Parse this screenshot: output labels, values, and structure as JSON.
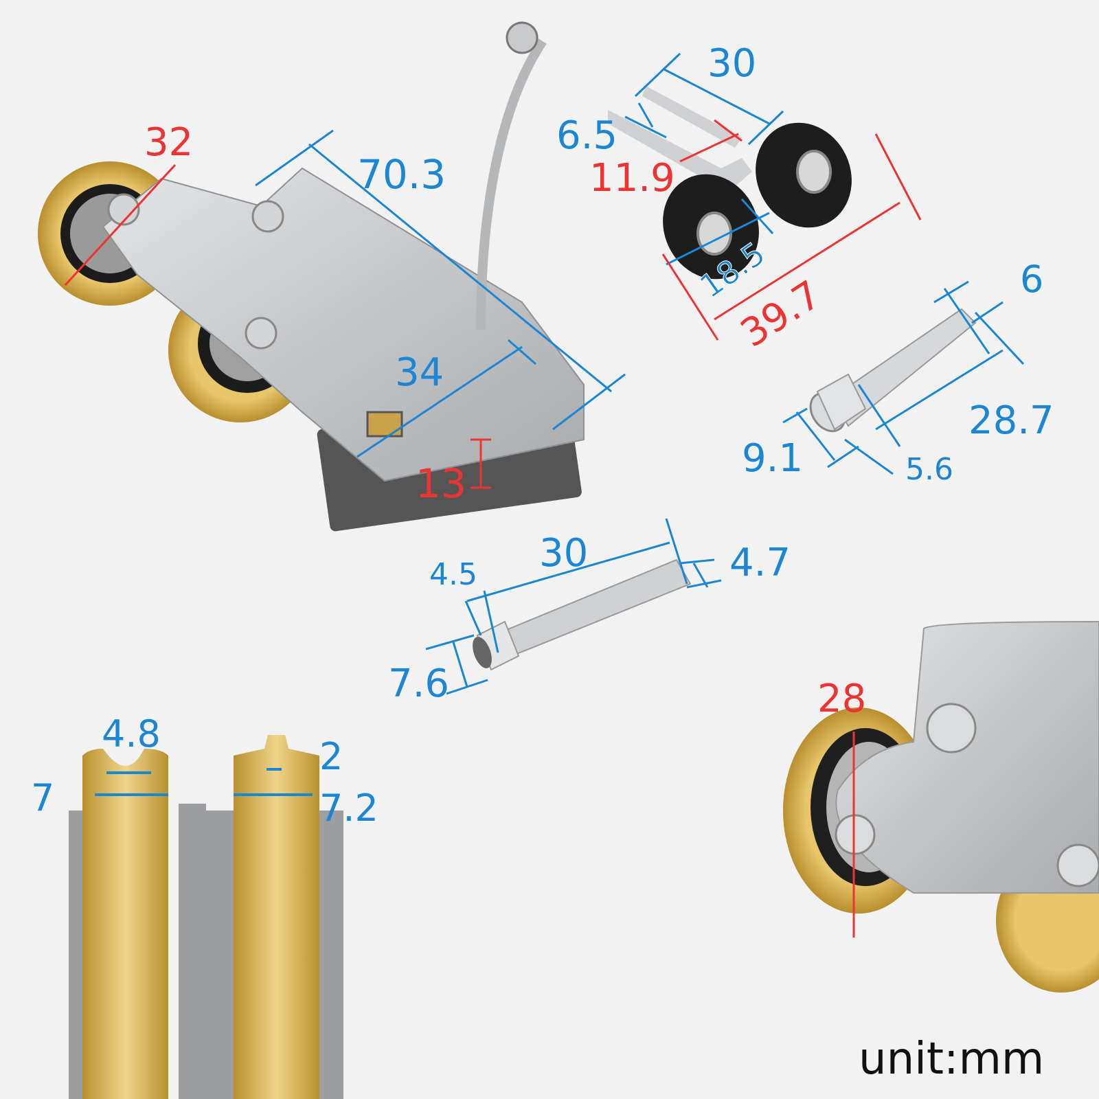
{
  "colors": {
    "dimension_blue": "#1a86d4",
    "dimension_red": "#ee3333",
    "background": "#f2f2f2",
    "steel": "#c9cbcd",
    "brass": "#d9b45a",
    "rubber": "#1d1d1d"
  },
  "unit_label": "unit:mm",
  "main_roller": {
    "wheel_diameter": "32",
    "body_length": "70.3",
    "body_width": "34",
    "body_height": "13"
  },
  "small_roller": {
    "overall_length": "30",
    "fork_gap": "6.5",
    "fork_depth": "11.9",
    "wheel_diameter": "18.5",
    "overall_span": "39.7"
  },
  "self_tapping_screw": {
    "thread_diameter": "6",
    "length": "28.7",
    "head_diameter": "9.1",
    "head_height": "5.6"
  },
  "machine_screw": {
    "length": "30",
    "head_height": "4.5",
    "thread_diameter": "4.7",
    "head_diameter": "7.6"
  },
  "wheel_profiles": {
    "groove_width": "4.8",
    "left_wheel_width": "7",
    "ridge_width": "2",
    "right_wheel_width": "7.2"
  },
  "assembled_roller": {
    "wheel_diameter": "28"
  }
}
